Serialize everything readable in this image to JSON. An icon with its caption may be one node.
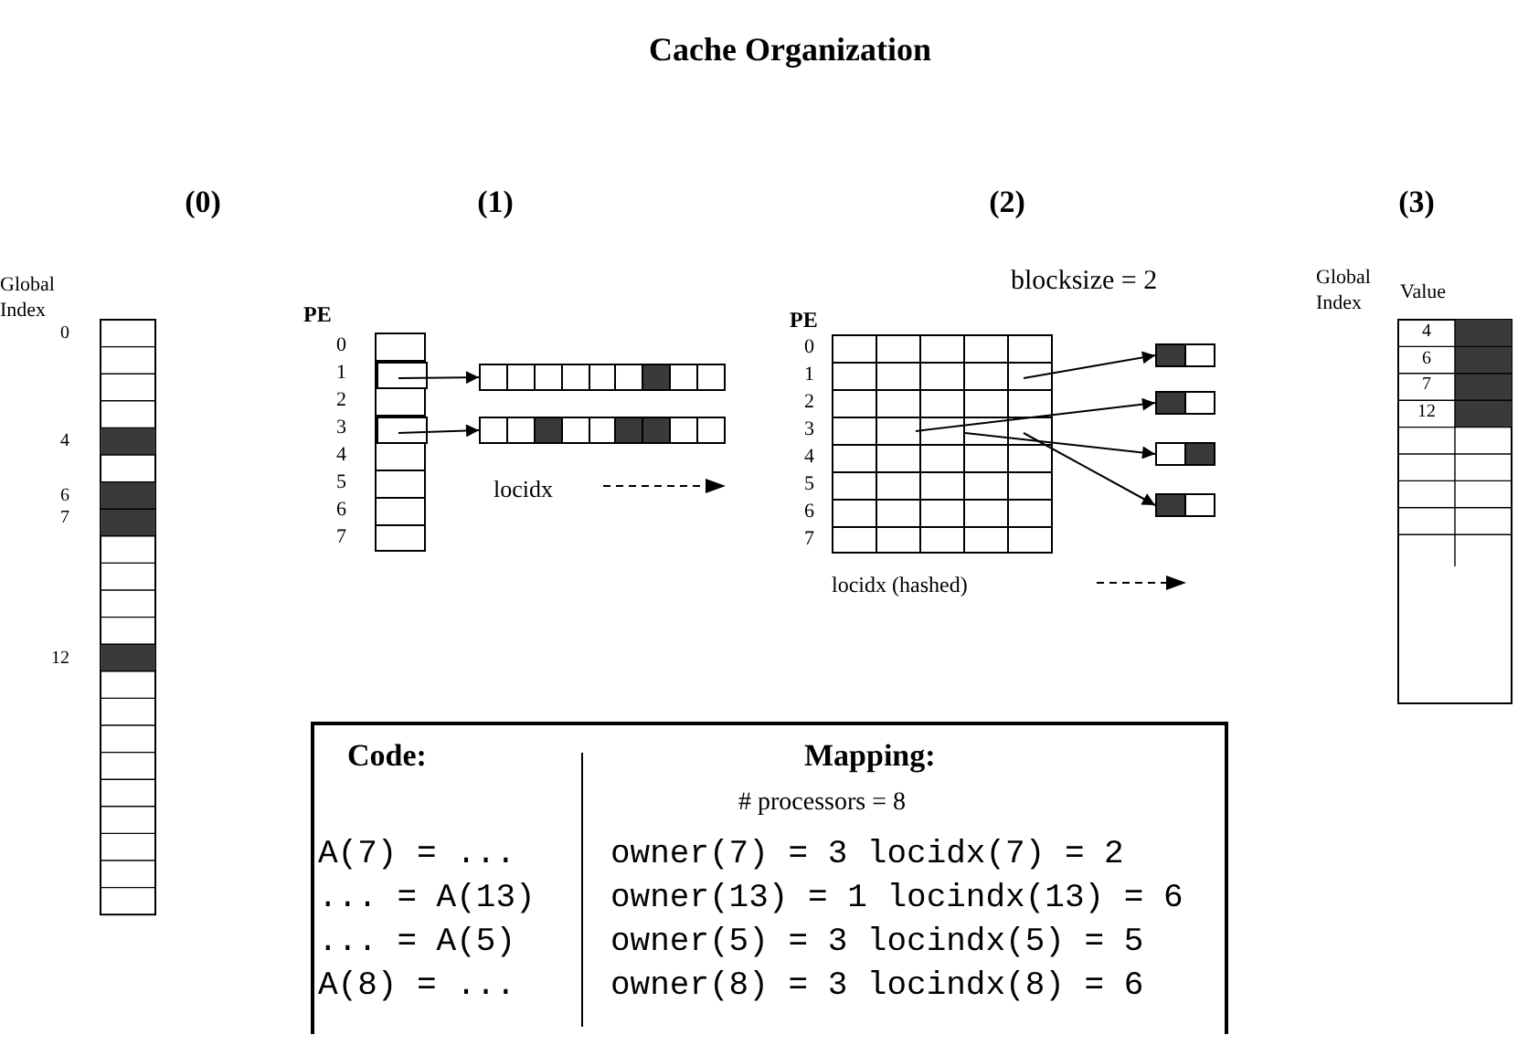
{
  "diagram": {
    "title": "Cache Organization",
    "nodes": [
      {
        "text": [],
        "shape": "box"
      },
      {
        "text": [],
        "shape": "box",
        "in": 0
      },
      {
        "text": [],
        "shape": "box",
        "in": 0
      },
      {
        "text": [],
        "shape": "box"
      },
      {
        "text": [],
        "shape": "box"
      },
      {
        "text": [],
        "shape": "box"
      },
      {
        "text": [],
        "shape": "box"
      },
      {
        "text": [],
        "shape": "box"
      },
      {
        "text": [],
        "shape": "box"
      },
      {
        "text": [],
        "shape": "box"
      },
      {
        "text": [
          "Code:",
          "A(7) = ...",
          "... = A(13)",
          "... = A(5)",
          "A(8) = ...",
          "Mapping:",
          "# processors = 8",
          "owner(7) = 3 locidx(7) = 2",
          "owner(13) = 1 locindx(13) = 6",
          "owner(5) = 3 locindx(5) = 5",
          "owner(8) = 3 locindx(8) = 6"
        ]
      }
    ],
    "edges": [
      {
        "from": 1,
        "to": 3,
        "arrow": "to"
      },
      {
        "from": 2,
        "to": 4,
        "arrow": "to"
      },
      {
        "from": 5,
        "to": 6,
        "arrow": "to"
      },
      {
        "from": 5,
        "to": 7,
        "arrow": "to"
      },
      {
        "from": 5,
        "to": 8,
        "arrow": "to"
      },
      {
        "from": 5,
        "to": 9,
        "arrow": "to"
      }
    ],
    "labels": [
      "(0)",
      "(1)",
      "(2)",
      "(3)",
      "Global Index",
      "0",
      "4",
      "6",
      "7",
      "12",
      "PE",
      "0",
      "1",
      "2",
      "3",
      "4",
      "5",
      "6",
      "7",
      "locidx",
      "PE",
      "blocksize = 2",
      "0",
      "1",
      "2",
      "3",
      "4",
      "5",
      "6",
      "7",
      "locidx (hashed)",
      "Global Index",
      "Value",
      "4",
      "6",
      "7",
      "12"
    ]
  }
}
